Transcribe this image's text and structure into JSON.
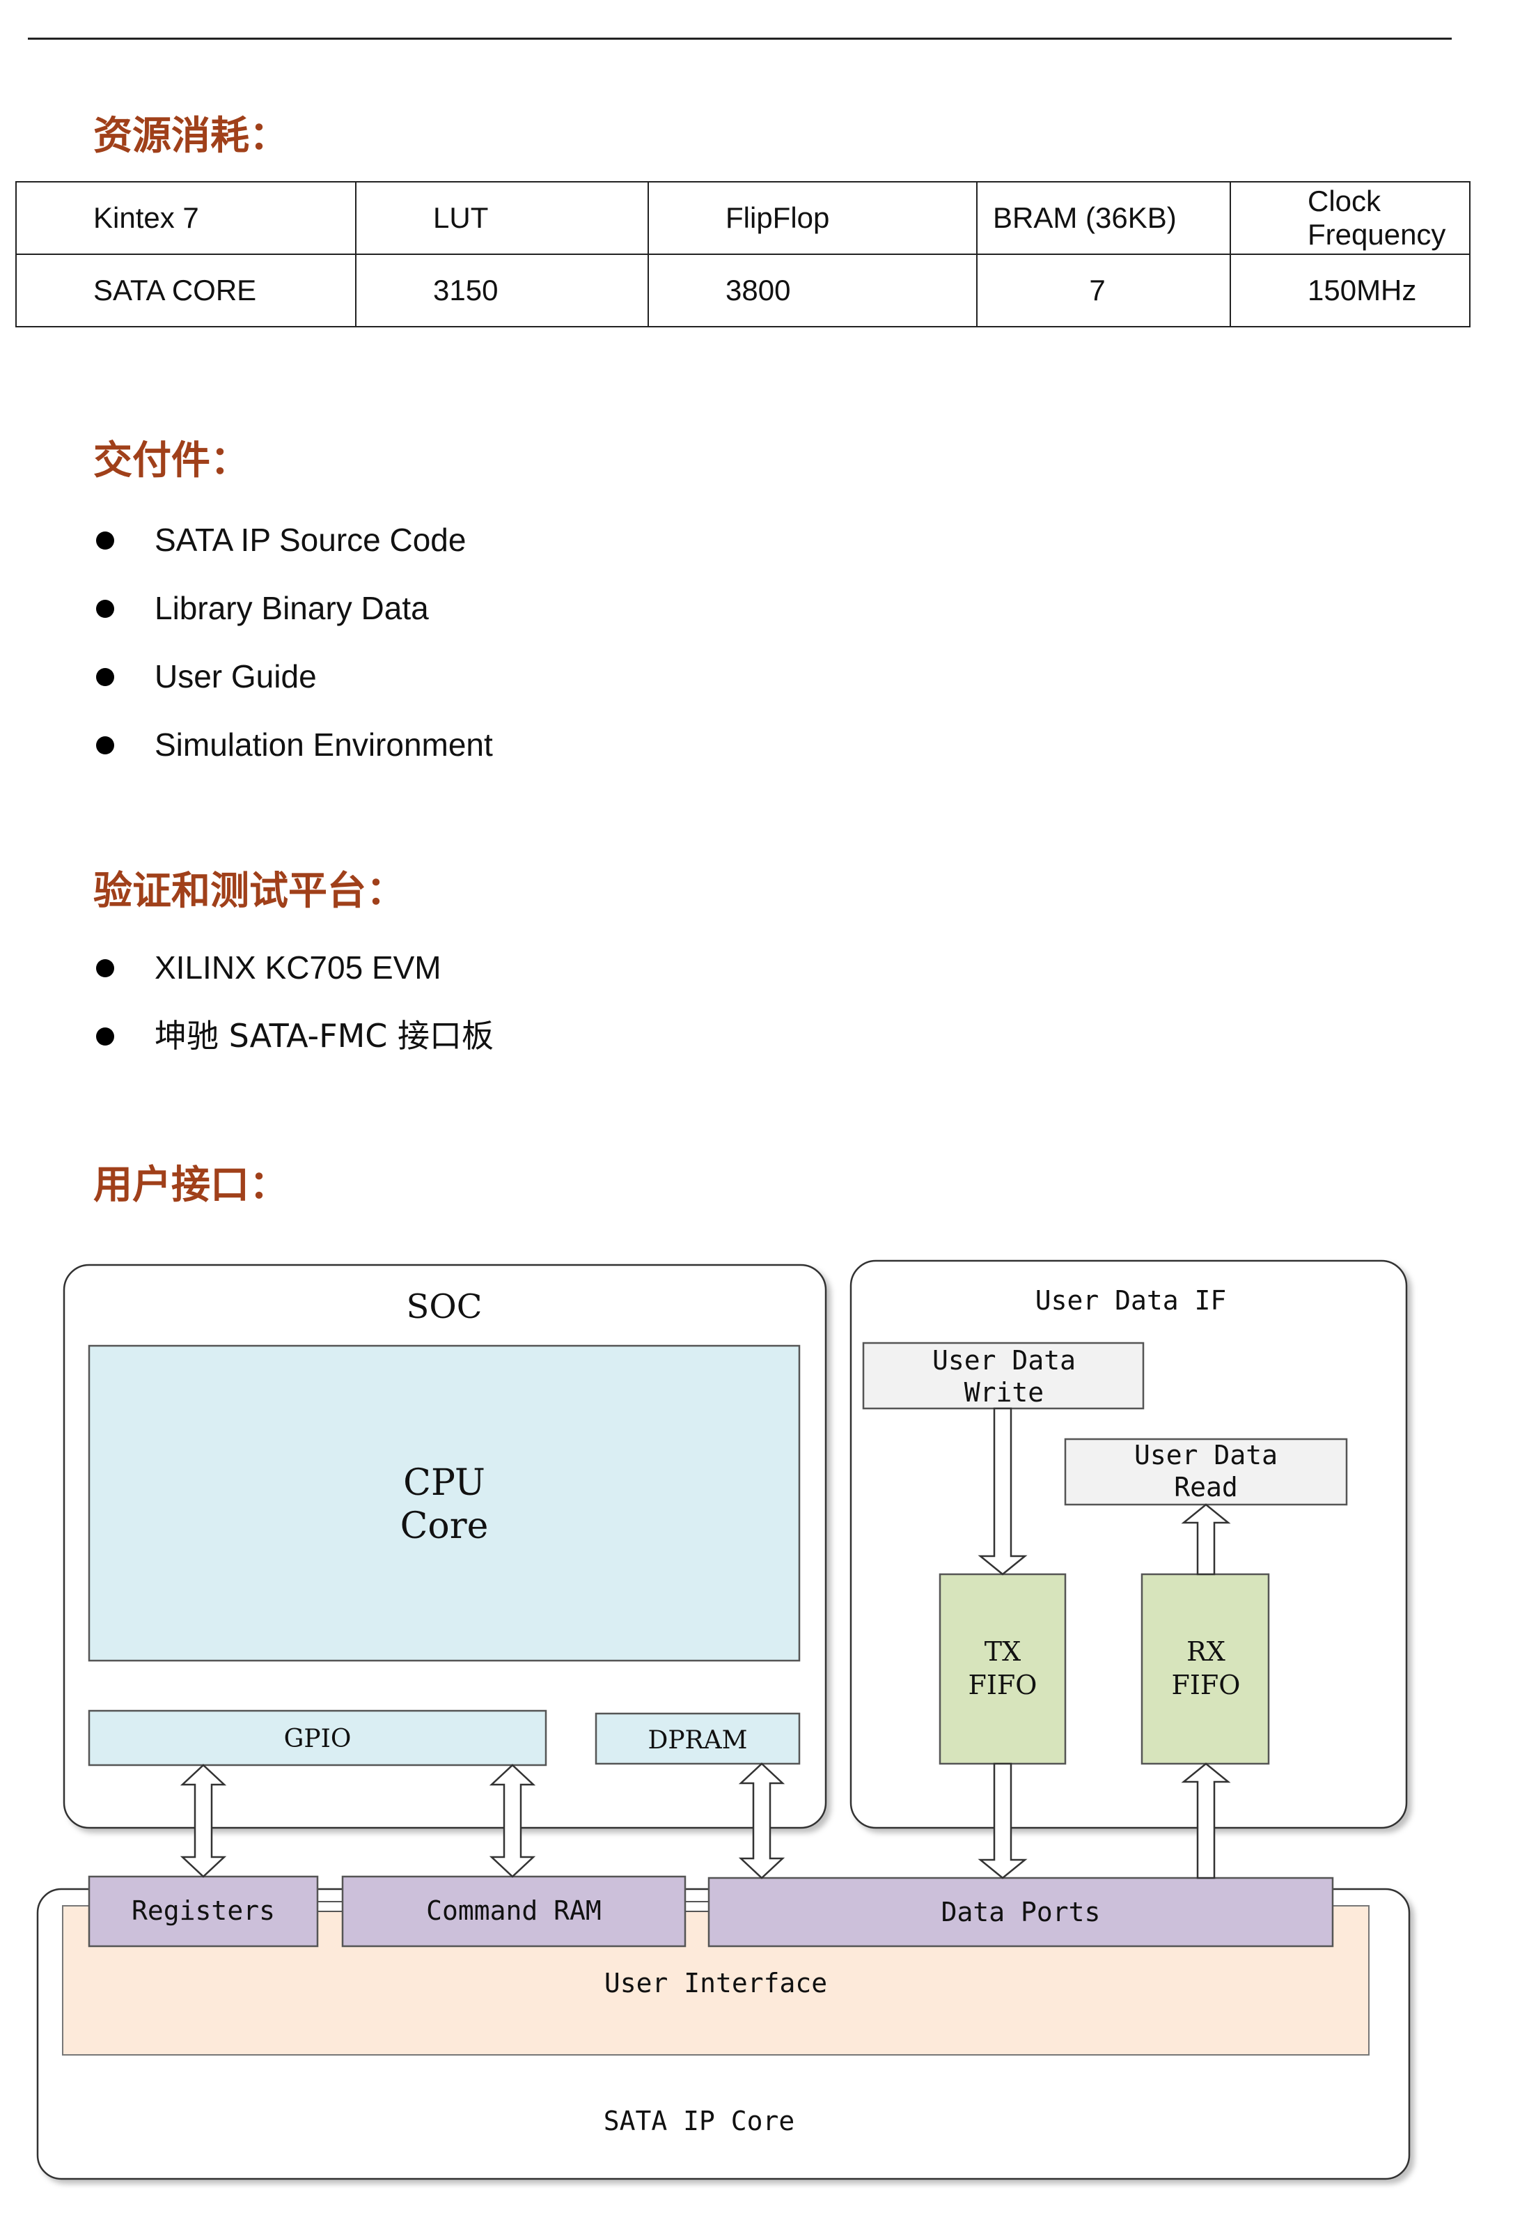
{
  "sections": {
    "resources_title": "资源消耗：",
    "deliverables_title": "交付件：",
    "platform_title": "验证和测试平台：",
    "interface_title": "用户接口："
  },
  "resource_table": {
    "header": [
      "Kintex 7",
      "LUT",
      "FlipFlop",
      "BRAM (36KB)",
      "Clock Frequency"
    ],
    "row": [
      "SATA CORE",
      "3150",
      "3800",
      "7",
      "150MHz"
    ]
  },
  "deliverables": [
    "SATA IP Source Code",
    "Library Binary Data",
    "User Guide",
    "Simulation Environment"
  ],
  "platforms": [
    "XILINX KC705 EVM",
    "坤驰  SATA-FMC 接口板"
  ],
  "diagram": {
    "soc_label": "SOC",
    "cpu_line1": "CPU",
    "cpu_line2": "Core",
    "gpio": "GPIO",
    "dpram": "DPRAM",
    "user_data_if": "User Data IF",
    "udw_line1": "User Data",
    "udw_line2": "Write",
    "udr_line1": "User Data",
    "udr_line2": "Read",
    "tx_line1": "TX",
    "tx_line2": "FIFO",
    "rx_line1": "RX",
    "rx_line2": "FIFO",
    "registers": "Registers",
    "command_ram": "Command RAM",
    "data_ports": "Data Ports",
    "user_interface": "User Interface",
    "sata_ip_core": "SATA IP Core",
    "colors": {
      "blue": "#daeef3",
      "green": "#d7e4bc",
      "purple": "#ccc0da",
      "peach": "#fdeada",
      "grey": "#f2f2f2"
    }
  }
}
